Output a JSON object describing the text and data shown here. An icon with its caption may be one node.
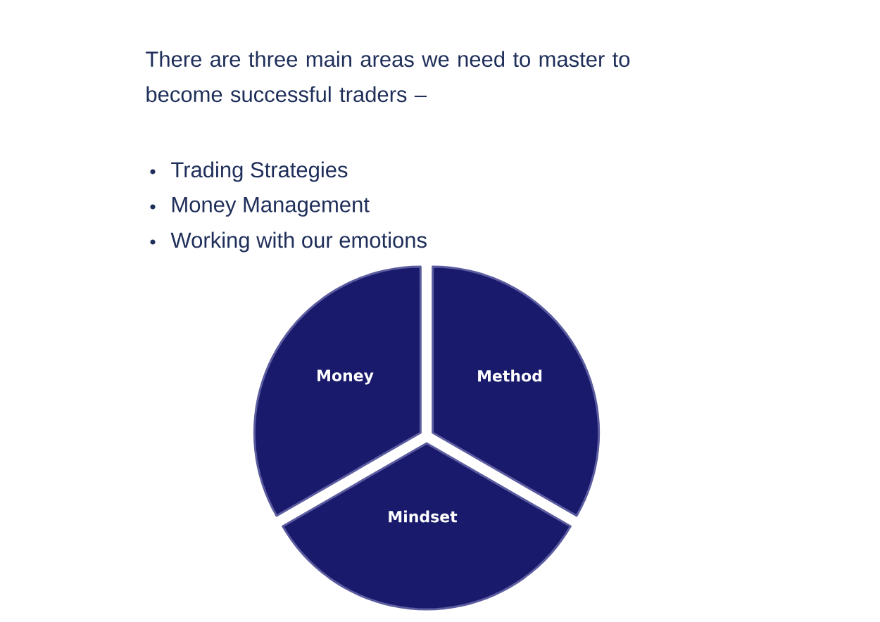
{
  "diagram": {
    "title": "There are three main areas we need to master to become successful traders –",
    "nodes": [
      {
        "text": [
          "Money"
        ]
      },
      {
        "text": [
          "Method"
        ]
      },
      {
        "text": [
          "Mindset"
        ]
      }
    ],
    "labels": [
      "Trading Strategies",
      "Money Management",
      "Working with our emotions"
    ]
  }
}
